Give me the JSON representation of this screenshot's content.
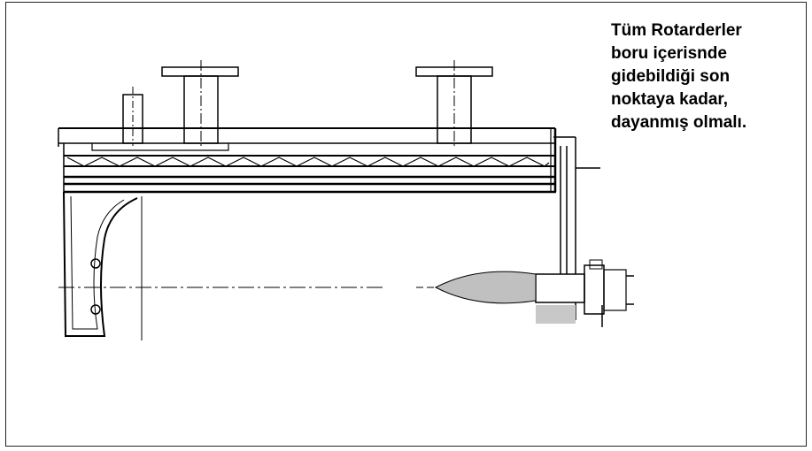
{
  "note": {
    "lines": [
      "Tüm Rotarderler",
      "boru içerisnde",
      "gidebildiği son",
      "noktaya kadar,",
      "dayanmış olmalı."
    ]
  },
  "colors": {
    "line": "#000000",
    "dash": "#c8b850",
    "flame": "#c0c0c0"
  }
}
